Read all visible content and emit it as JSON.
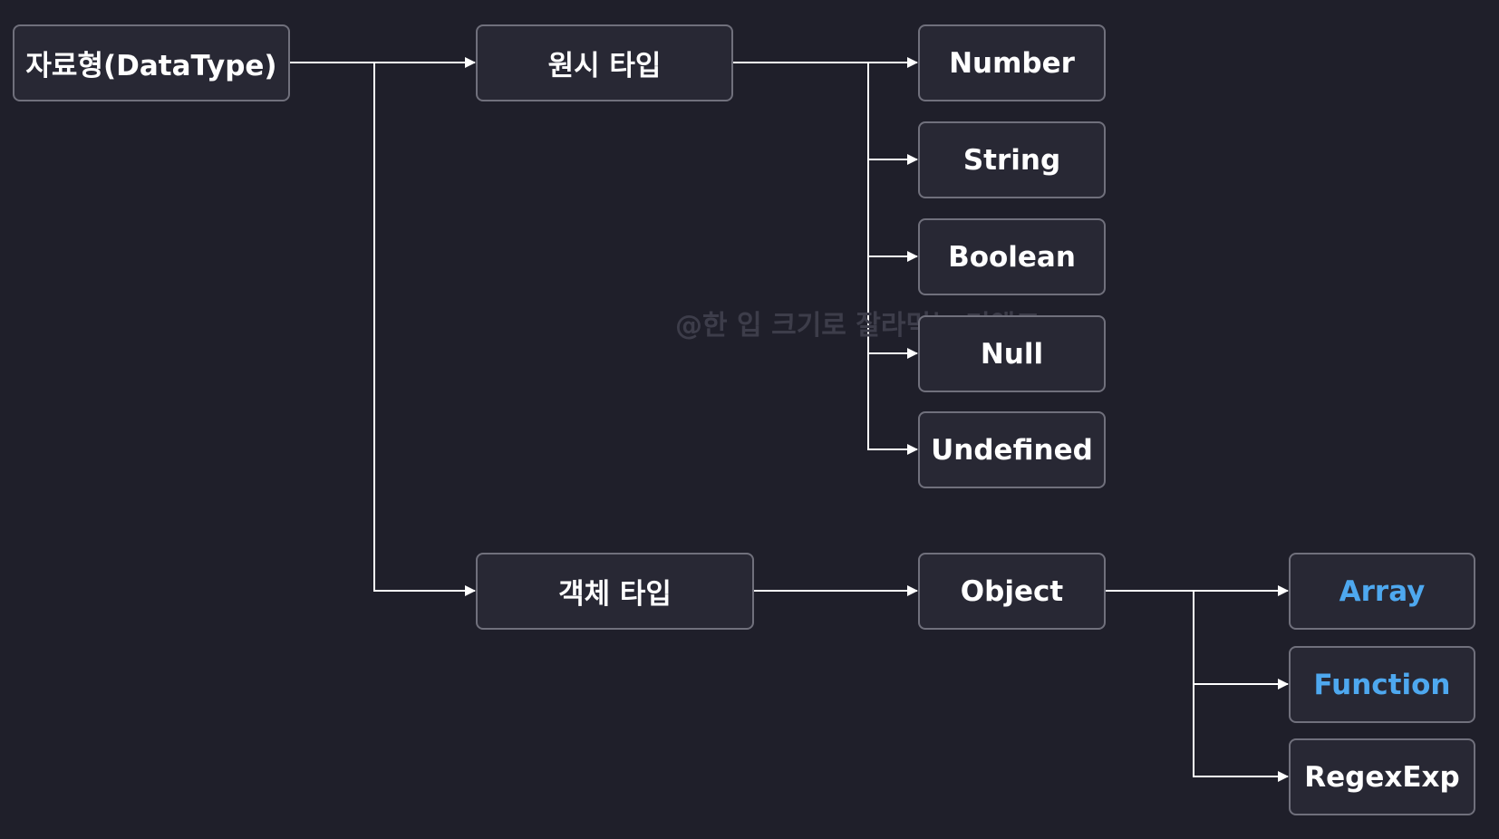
{
  "nodes": {
    "datatype": "자료형(DataType)",
    "primitive": "원시 타입",
    "object_type": "객체 타입",
    "number": "Number",
    "string": "String",
    "boolean": "Boolean",
    "null": "Null",
    "undefined": "Undefined",
    "object": "Object",
    "array": "Array",
    "function": "Function",
    "regexexp": "RegexExp"
  },
  "watermark": "@한 입 크기로 잘라먹는 리액트",
  "colors": {
    "background": "#1f1f2a",
    "node_fill": "#282834",
    "node_border": "#70707c",
    "connector": "#ffffff",
    "text": "#ffffff",
    "accent_text": "#4ea8ef"
  }
}
